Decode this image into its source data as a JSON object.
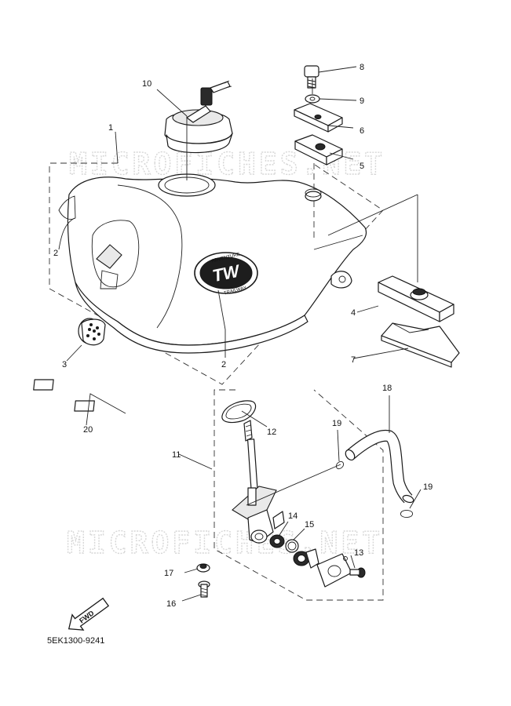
{
  "watermark": [
    "MICROFICHES.NET",
    "MICROFICHES.NET"
  ],
  "logo": {
    "main": "TW",
    "ring_top": "ADVENTURE",
    "ring_bottom": "TRAILWAY"
  },
  "fwd_label": "FWD",
  "diagram_code": "5EK1300-9241",
  "callouts": [
    {
      "id": "c1",
      "label": "1"
    },
    {
      "id": "c2a",
      "label": "2"
    },
    {
      "id": "c2b",
      "label": "2"
    },
    {
      "id": "c3",
      "label": "3"
    },
    {
      "id": "c4",
      "label": "4"
    },
    {
      "id": "c5",
      "label": "5"
    },
    {
      "id": "c6",
      "label": "6"
    },
    {
      "id": "c7",
      "label": "7"
    },
    {
      "id": "c8",
      "label": "8"
    },
    {
      "id": "c9",
      "label": "9"
    },
    {
      "id": "c10",
      "label": "10"
    },
    {
      "id": "c11",
      "label": "11"
    },
    {
      "id": "c12",
      "label": "12"
    },
    {
      "id": "c13",
      "label": "13"
    },
    {
      "id": "c14",
      "label": "14"
    },
    {
      "id": "c15",
      "label": "15"
    },
    {
      "id": "c16",
      "label": "16"
    },
    {
      "id": "c17",
      "label": "17"
    },
    {
      "id": "c18",
      "label": "18"
    },
    {
      "id": "c19a",
      "label": "19"
    },
    {
      "id": "c19b",
      "label": "19"
    },
    {
      "id": "c20",
      "label": "20"
    }
  ]
}
